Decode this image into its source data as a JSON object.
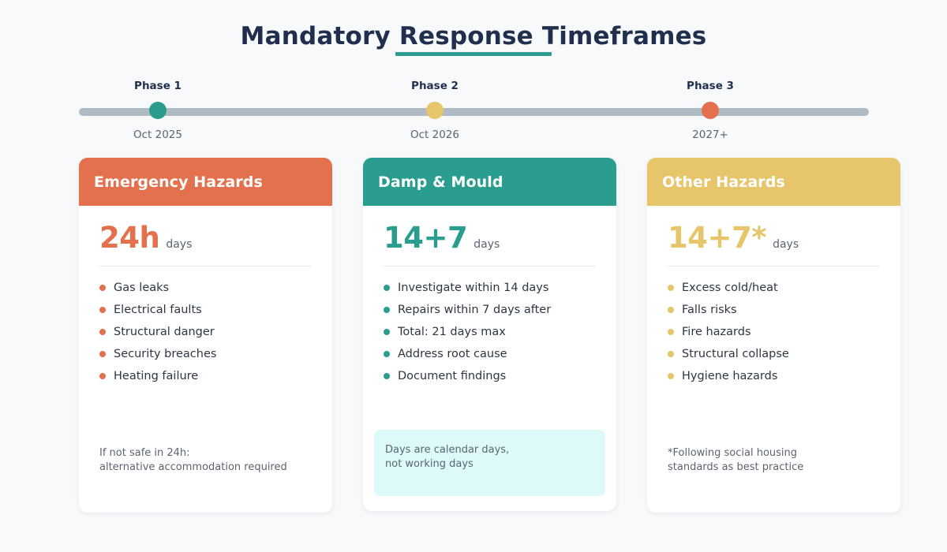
{
  "page": {
    "title": "Mandatory Response Timeframes",
    "accent_underline_color": "#2a9d8f",
    "background_color": "#f7f9fb"
  },
  "timeline": {
    "bar_color": "#aebac4",
    "nodes": [
      {
        "phase": "Phase 1",
        "date": "Oct 2025",
        "color": "#2a9d8f"
      },
      {
        "phase": "Phase 2",
        "date": "Oct 2026",
        "color": "#e7c56a"
      },
      {
        "phase": "Phase 3",
        "date": "2027+",
        "color": "#e4714e"
      }
    ]
  },
  "cards": [
    {
      "title": "Emergency Hazards",
      "color": "#e4714e",
      "metric_value": "24h",
      "metric_unit": "days",
      "items": [
        "Gas leaks",
        "Electrical faults",
        "Structural danger",
        "Security breaches",
        "Heating failure"
      ],
      "note": "If not safe in 24h:\nalternative accommodation required",
      "note_boxed": false
    },
    {
      "title": "Damp & Mould",
      "color": "#2a9d8f",
      "metric_value": "14+7",
      "metric_unit": "days",
      "items": [
        "Investigate within 14 days",
        "Repairs within 7 days after",
        "Total: 21 days max",
        "Address root cause",
        "Document findings"
      ],
      "note": "Days are calendar days,\nnot working days",
      "note_boxed": true,
      "note_background": "#ddfaf9"
    },
    {
      "title": "Other Hazards",
      "color": "#e7c56a",
      "metric_value": "14+7*",
      "metric_unit": "days",
      "items": [
        "Excess cold/heat",
        "Falls risks",
        "Fire hazards",
        "Structural collapse",
        "Hygiene hazards"
      ],
      "note": "*Following social housing\nstandards as best practice",
      "note_boxed": false
    }
  ]
}
